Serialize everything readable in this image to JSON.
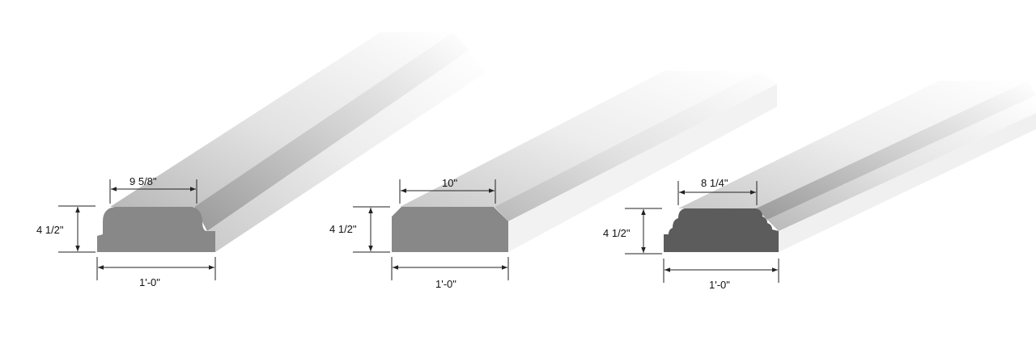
{
  "moldings": [
    {
      "id": "molding-1",
      "top_width": "9 5/8\"",
      "height": "4 1/2\"",
      "bottom_width": "1'-0\""
    },
    {
      "id": "molding-2",
      "top_width": "10\"",
      "height": "4 1/2\"",
      "bottom_width": "1'-0\""
    },
    {
      "id": "molding-3",
      "top_width": "8 1/4\"",
      "height": "4 1/2\"",
      "bottom_width": "1'-0\""
    }
  ],
  "colors": {
    "face_light": "#8a8a8a",
    "face_dark": "#5c5c5c",
    "dimension": "#222222"
  }
}
